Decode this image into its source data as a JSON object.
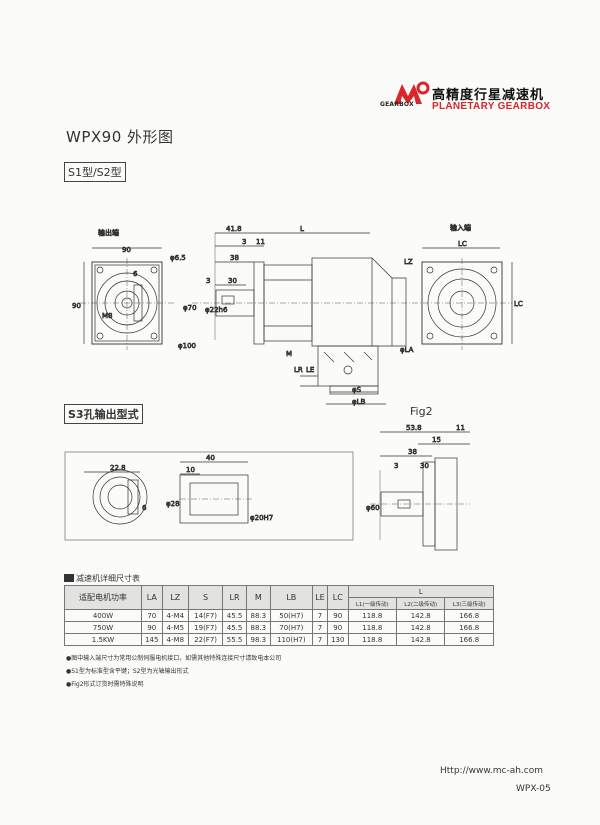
{
  "brand": {
    "logo_text": "GEARBOX",
    "cn_name": "高精度行星减速机",
    "en_name": "PLANETARY GEARBOX",
    "accent": "#d8262b"
  },
  "page_title": "WPX90 外形图",
  "type_label": "S1型/S2型",
  "section_s3": "S3孔输出型式",
  "fig2": "Fig2",
  "drawing": {
    "output_end": "输出端",
    "input_end": "输入端",
    "dims": {
      "w90": "90",
      "h90": "90",
      "d65": "φ6.5",
      "six": "6",
      "m8": "M8",
      "d70": "φ70",
      "d22": "φ22h6",
      "d100": "φ100",
      "l418": "41.8",
      "l": "L",
      "l3": "3",
      "l11": "11",
      "l38": "38",
      "l30": "30",
      "s3": "3",
      "lc": "LC",
      "lz": "LZ",
      "lc2": "LC",
      "dla": "φLA",
      "m": "M",
      "lr": "LR",
      "le": "LE",
      "ds": "φS",
      "dlb": "φLB",
      "s3_228": "22.8",
      "s3_6": "6",
      "s3_40": "40",
      "s3_10": "10",
      "s3_28": "φ28",
      "s3_20": "φ20H7",
      "f2_538": "53.8",
      "f2_15": "15",
      "f2_11": "11",
      "f2_3": "3",
      "f2_38": "38",
      "f2_30": "30",
      "f2_60": "φ60"
    }
  },
  "table": {
    "title": "减速机详细尺寸表",
    "headers": [
      "适配电机功率",
      "LA",
      "LZ",
      "S",
      "LR",
      "M",
      "LB",
      "LE",
      "LC",
      "L"
    ],
    "l_sub": [
      "L1(一级传动)",
      "L2(二级传动)",
      "L3(三级传动)"
    ],
    "rows": [
      [
        "400W",
        "70",
        "4-M4",
        "14(F7)",
        "45.5",
        "88.3",
        "50(H7)",
        "7",
        "90",
        "118.8",
        "142.8",
        "166.8"
      ],
      [
        "750W",
        "90",
        "4-M5",
        "19(F7)",
        "45.5",
        "88.3",
        "70(H7)",
        "7",
        "90",
        "118.8",
        "142.8",
        "166.8"
      ],
      [
        "1.5KW",
        "145",
        "4-M8",
        "22(F7)",
        "55.5",
        "98.3",
        "110(H7)",
        "7",
        "130",
        "118.8",
        "142.8",
        "166.8"
      ]
    ]
  },
  "notes": [
    "●图中输入端尺寸为常用公制伺服电机接口，如需其他特殊连接尺寸请致电本公司",
    "●S1型为标准型含平键；S2型为光轴输出形式",
    "●Fig2形式订货时需特殊说明"
  ],
  "footer": {
    "url": "Http://www.mc-ah.com",
    "page": "WPX-05"
  }
}
